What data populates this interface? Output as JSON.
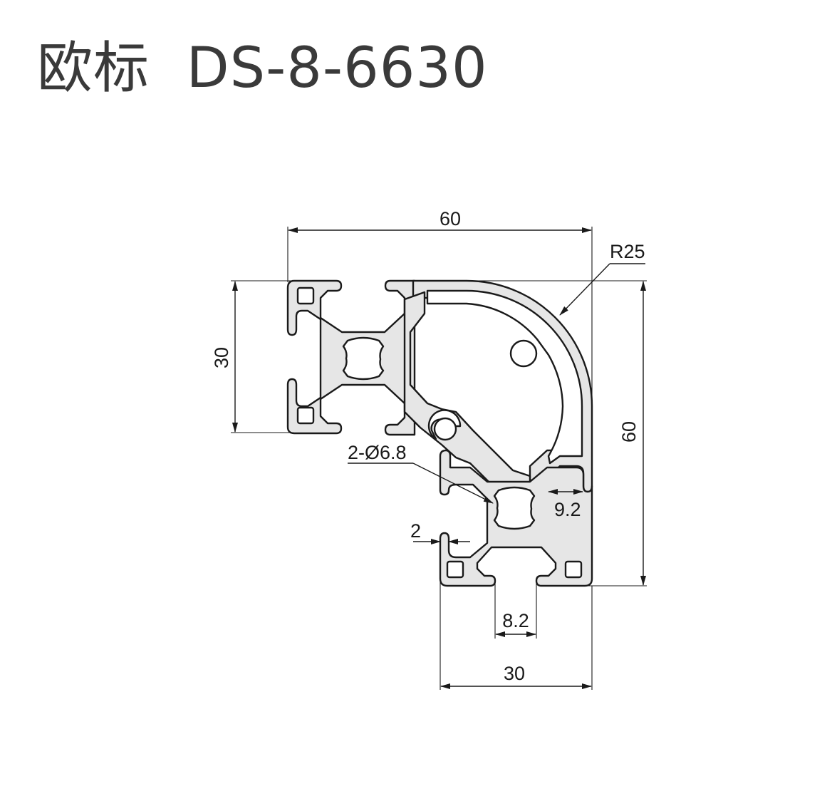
{
  "title": "欧标  DS-8-6630",
  "dimensions": {
    "top_width": "60",
    "radius": "R25",
    "left_height": "30",
    "right_height": "60",
    "hole": "2-Ø6.8",
    "slot_depth": "9.2",
    "wall": "2",
    "slot_width": "8.2",
    "bottom_width": "30"
  }
}
